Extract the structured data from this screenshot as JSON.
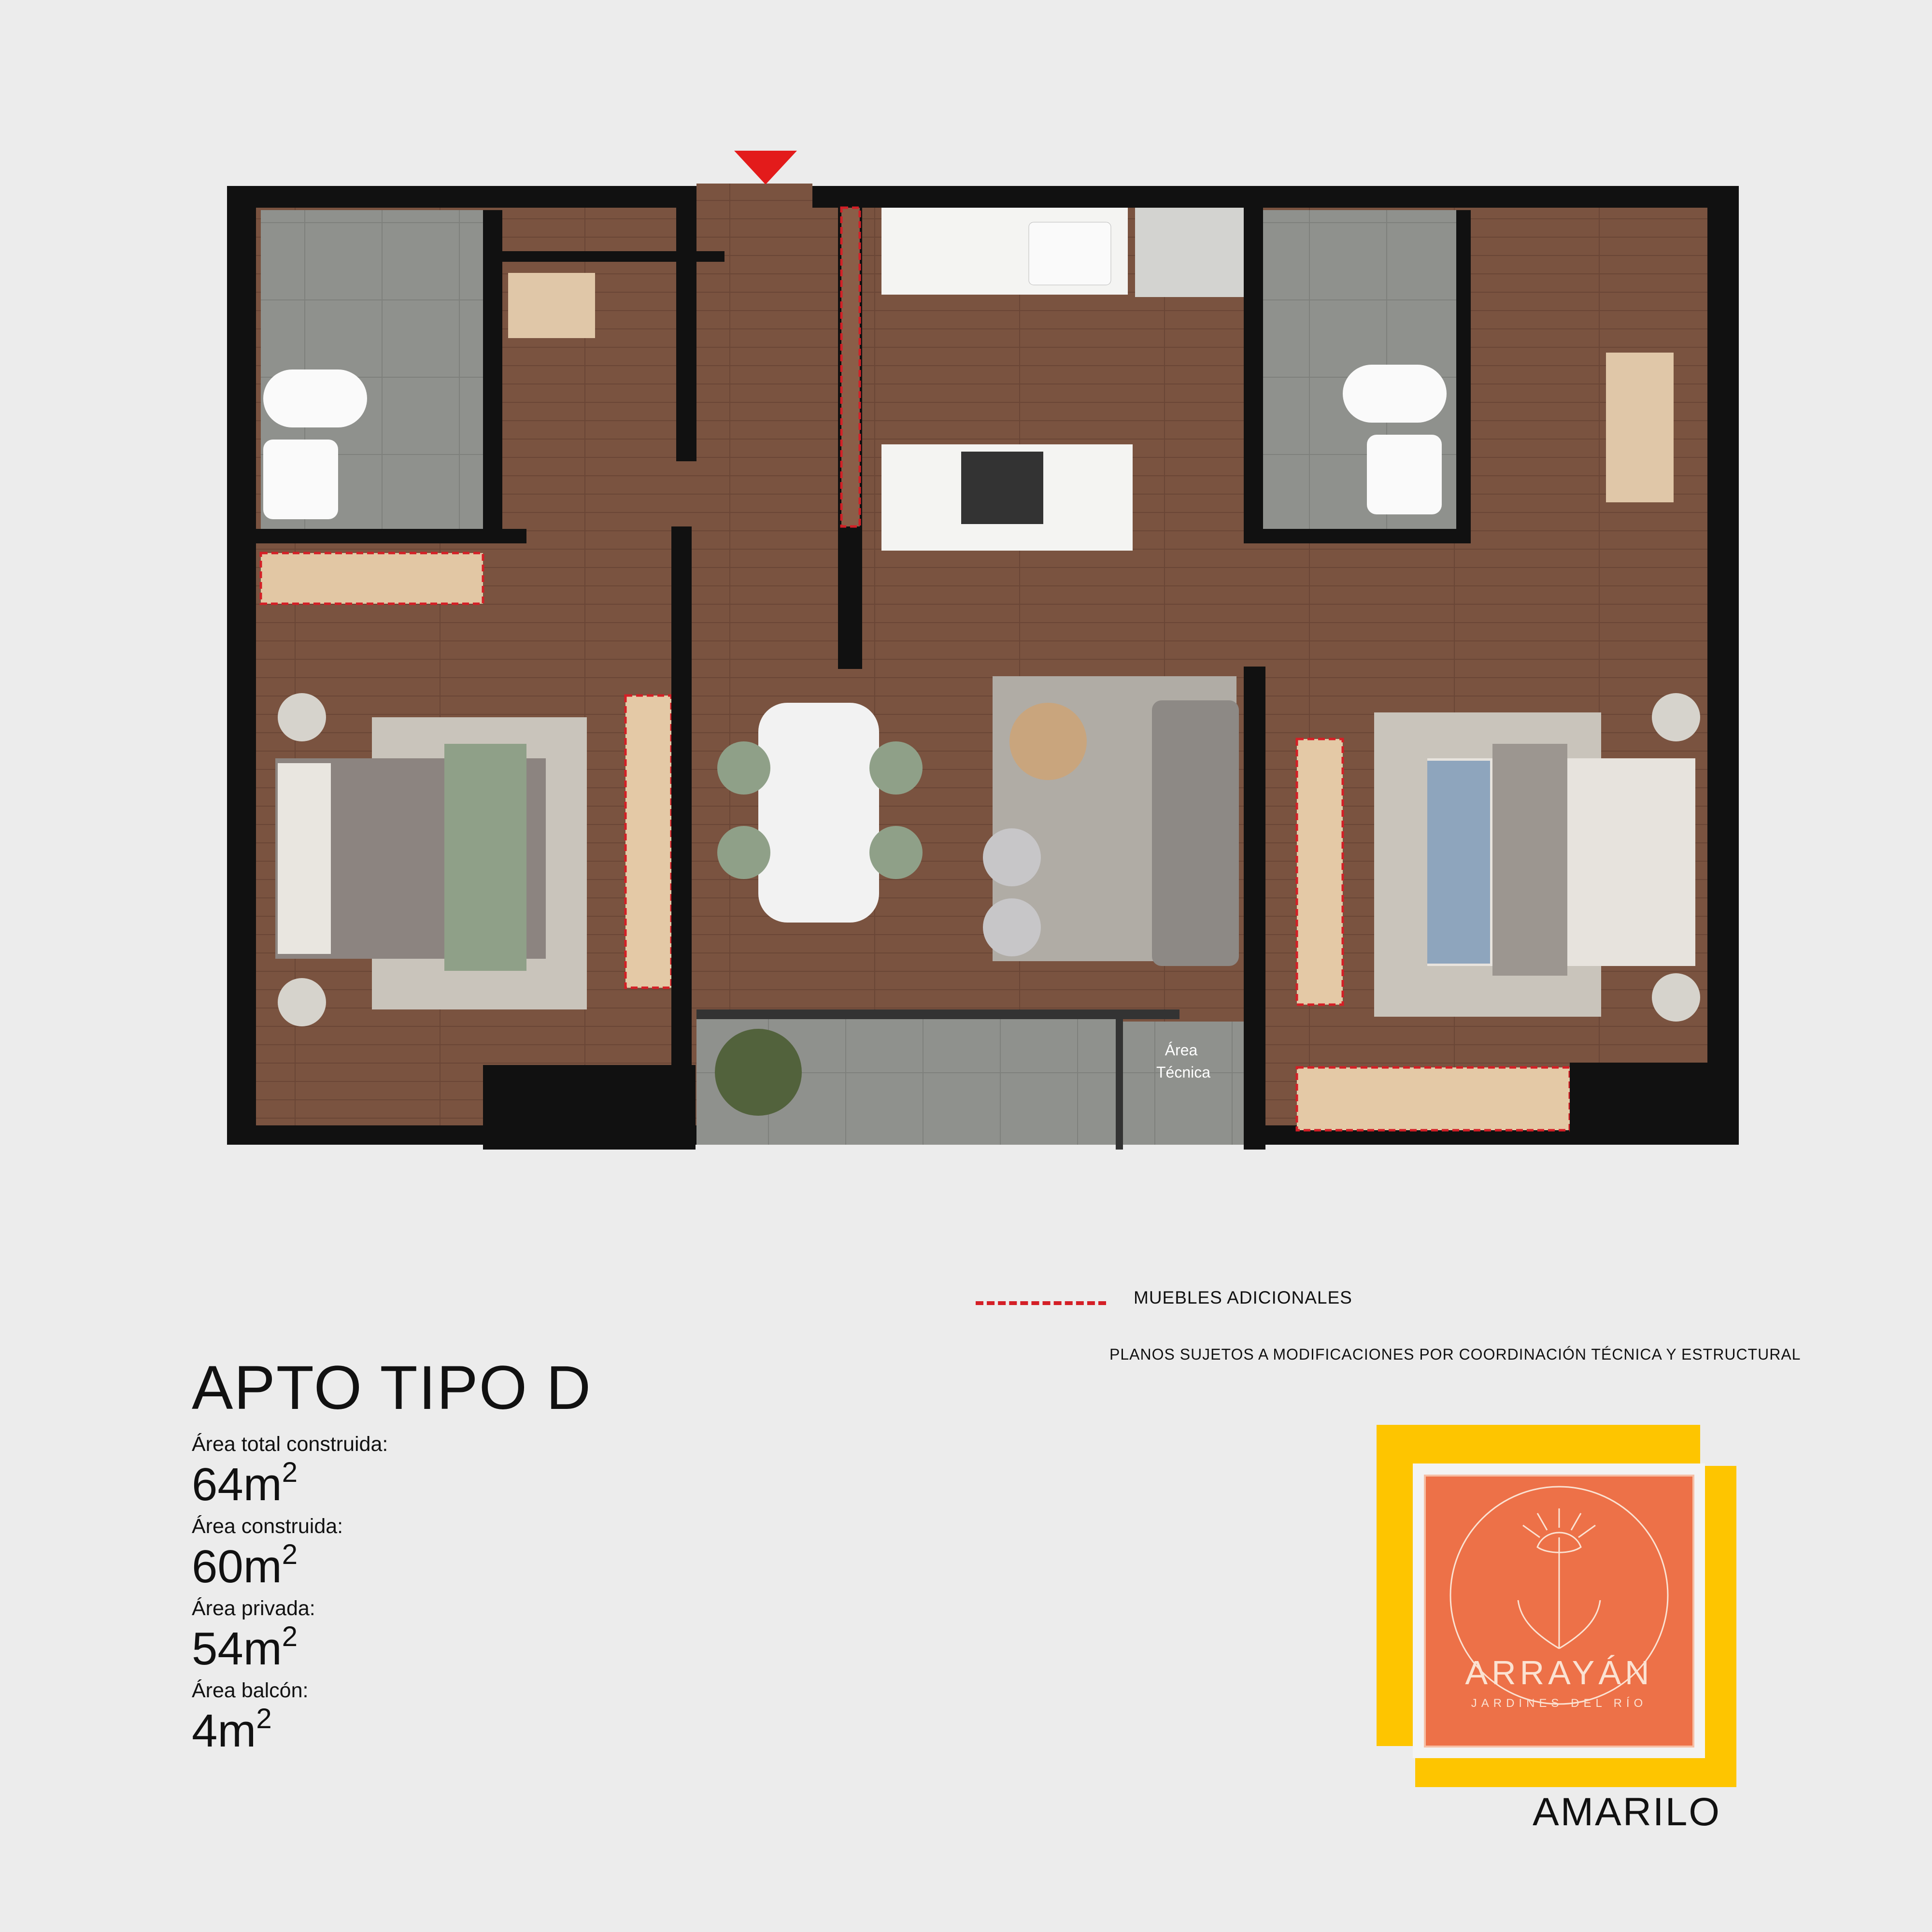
{
  "plan": {
    "technical_area_label": "Área\nTécnica",
    "colors": {
      "wall": "#111111",
      "wood": "#7a5340",
      "tile": "#8c8d8a",
      "accent": "#d41f26"
    }
  },
  "unit": {
    "title": "APTO TIPO D",
    "areas": [
      {
        "label": "Área total construida:",
        "value": "64m",
        "unit_sup": "2"
      },
      {
        "label": "Área construida:",
        "value": "60m",
        "unit_sup": "2"
      },
      {
        "label": "Área privada:",
        "value": "54m",
        "unit_sup": "2"
      },
      {
        "label": "Área balcón:",
        "value": "4m",
        "unit_sup": "2"
      }
    ]
  },
  "legend": {
    "additional_furniture": "MUEBLES ADICIONALES",
    "disclaimer": "PLANOS SUJETOS A MODIFICACIONES POR COORDINACIÓN TÉCNICA Y ESTRUCTURAL"
  },
  "brand": {
    "name": "ARRAYÁN",
    "subtitle": "JARDINES DEL RÍO",
    "company": "AMARILO",
    "colors": {
      "yellow": "#fec500",
      "orange": "#ed7148"
    }
  }
}
